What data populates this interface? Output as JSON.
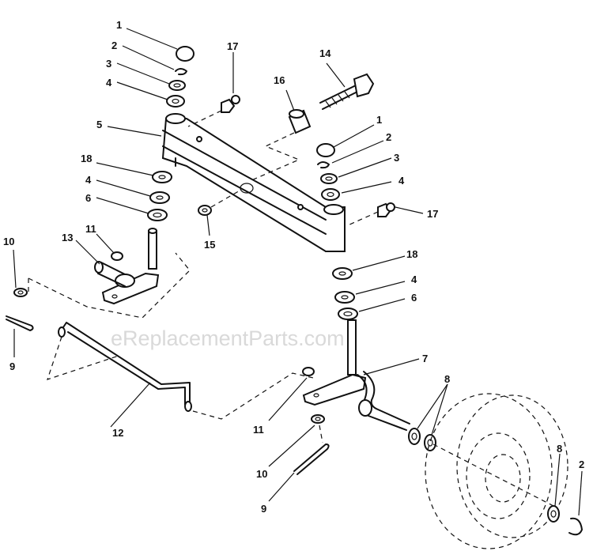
{
  "watermark": "eReplacementParts.com",
  "callouts": {
    "c1a": "1",
    "c2a": "2",
    "c3a": "3",
    "c4a": "4",
    "c5": "5",
    "c17a": "17",
    "c14": "14",
    "c16": "16",
    "c1b": "1",
    "c2b": "2",
    "c3b": "3",
    "c4b": "4",
    "c17b": "17",
    "c18a": "18",
    "c4c": "4",
    "c6a": "6",
    "c15": "15",
    "c10a": "10",
    "c13": "13",
    "c11a": "11",
    "c9a": "9",
    "c18b": "18",
    "c4d": "4",
    "c6b": "6",
    "c7": "7",
    "c8a": "8",
    "c12": "12",
    "c11b": "11",
    "c10b": "10",
    "c9b": "9",
    "c8b": "8",
    "c2c": "2"
  },
  "icons": {
    "axle": "front-axle-icon",
    "spindle": "steering-spindle-icon",
    "drag_link": "drag-link-icon",
    "wheel": "tire-wheel-icon",
    "bolt": "pivot-bolt-icon"
  }
}
